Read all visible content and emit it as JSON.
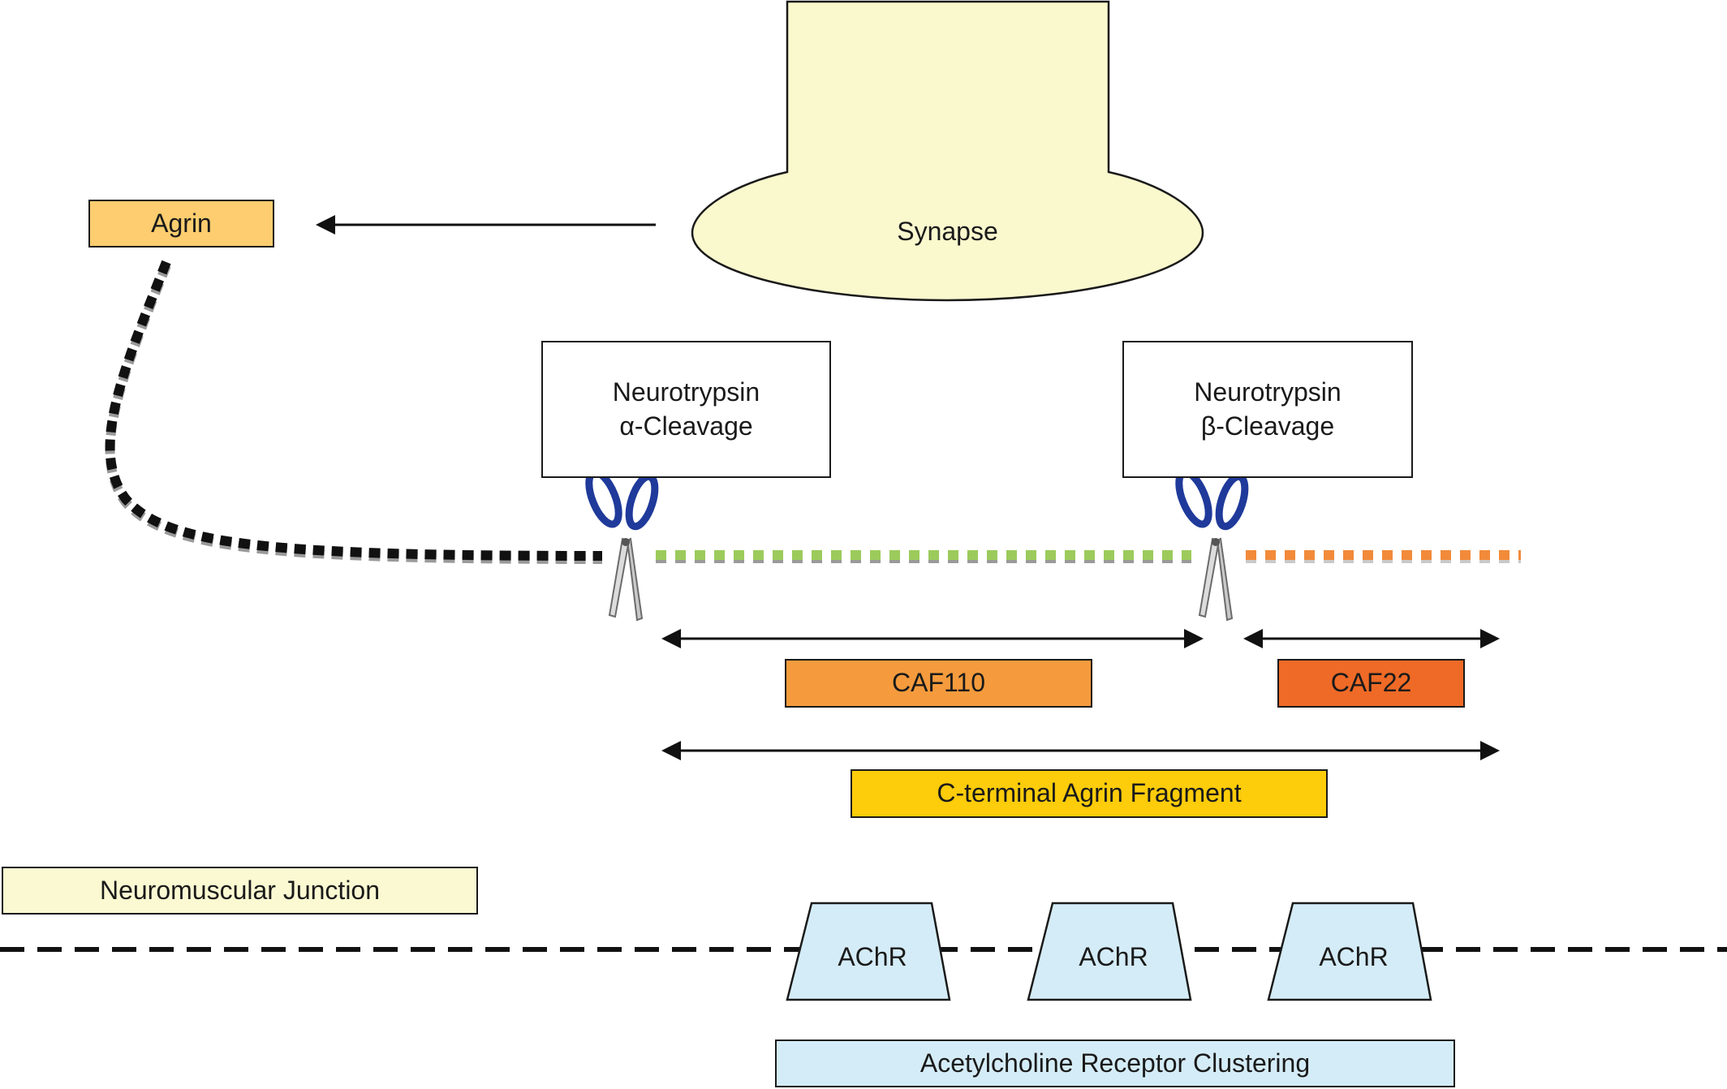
{
  "synapse": {
    "label": "Synapse",
    "fill": "#faf8cd"
  },
  "agrin": {
    "label": "Agrin",
    "fill": "#fdcd6f"
  },
  "alpha_box": {
    "line1": "Neurotrypsin",
    "line2": "α-Cleavage"
  },
  "beta_box": {
    "line1": "Neurotrypsin",
    "line2": "β-Cleavage"
  },
  "caf110": {
    "label": "CAF110",
    "fill": "#f59b3d"
  },
  "caf22": {
    "label": "CAF22",
    "fill": "#ef6a26"
  },
  "c_terminal": {
    "label": "C-terminal Agrin Fragment",
    "fill": "#fdcc0a"
  },
  "nmj": {
    "label": "Neuromuscular Junction",
    "fill": "#fbf9d2"
  },
  "achr": [
    {
      "label": "AChR"
    },
    {
      "label": "AChR"
    },
    {
      "label": "AChR"
    }
  ],
  "clustering": {
    "label": "Acetylcholine Receptor Clustering",
    "fill": "#d4ecf7"
  },
  "colors": {
    "uncleaved_segment": "#111111",
    "caf110_segment": "#9ccb5c",
    "caf22_segment": "#f28a3a",
    "scissor_handles": "#1f3a9a",
    "achr_fill": "#d4ecf7"
  },
  "icons": [
    "scissors-icon-alpha",
    "scissors-icon-beta"
  ]
}
